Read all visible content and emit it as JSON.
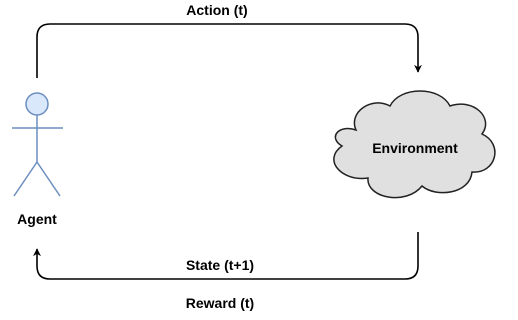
{
  "diagram": {
    "agent_label": "Agent",
    "environment_label": "Environment",
    "action_label": "Action (t)",
    "state_label": "State (t+1)",
    "reward_label": "Reward (t)"
  },
  "colors": {
    "agent_fill": "#dae8fc",
    "agent_stroke": "#6c8ebf",
    "environment_fill": "#e0e0e0",
    "environment_stroke": "#222222",
    "arrow": "#000000",
    "text": "#000000"
  }
}
